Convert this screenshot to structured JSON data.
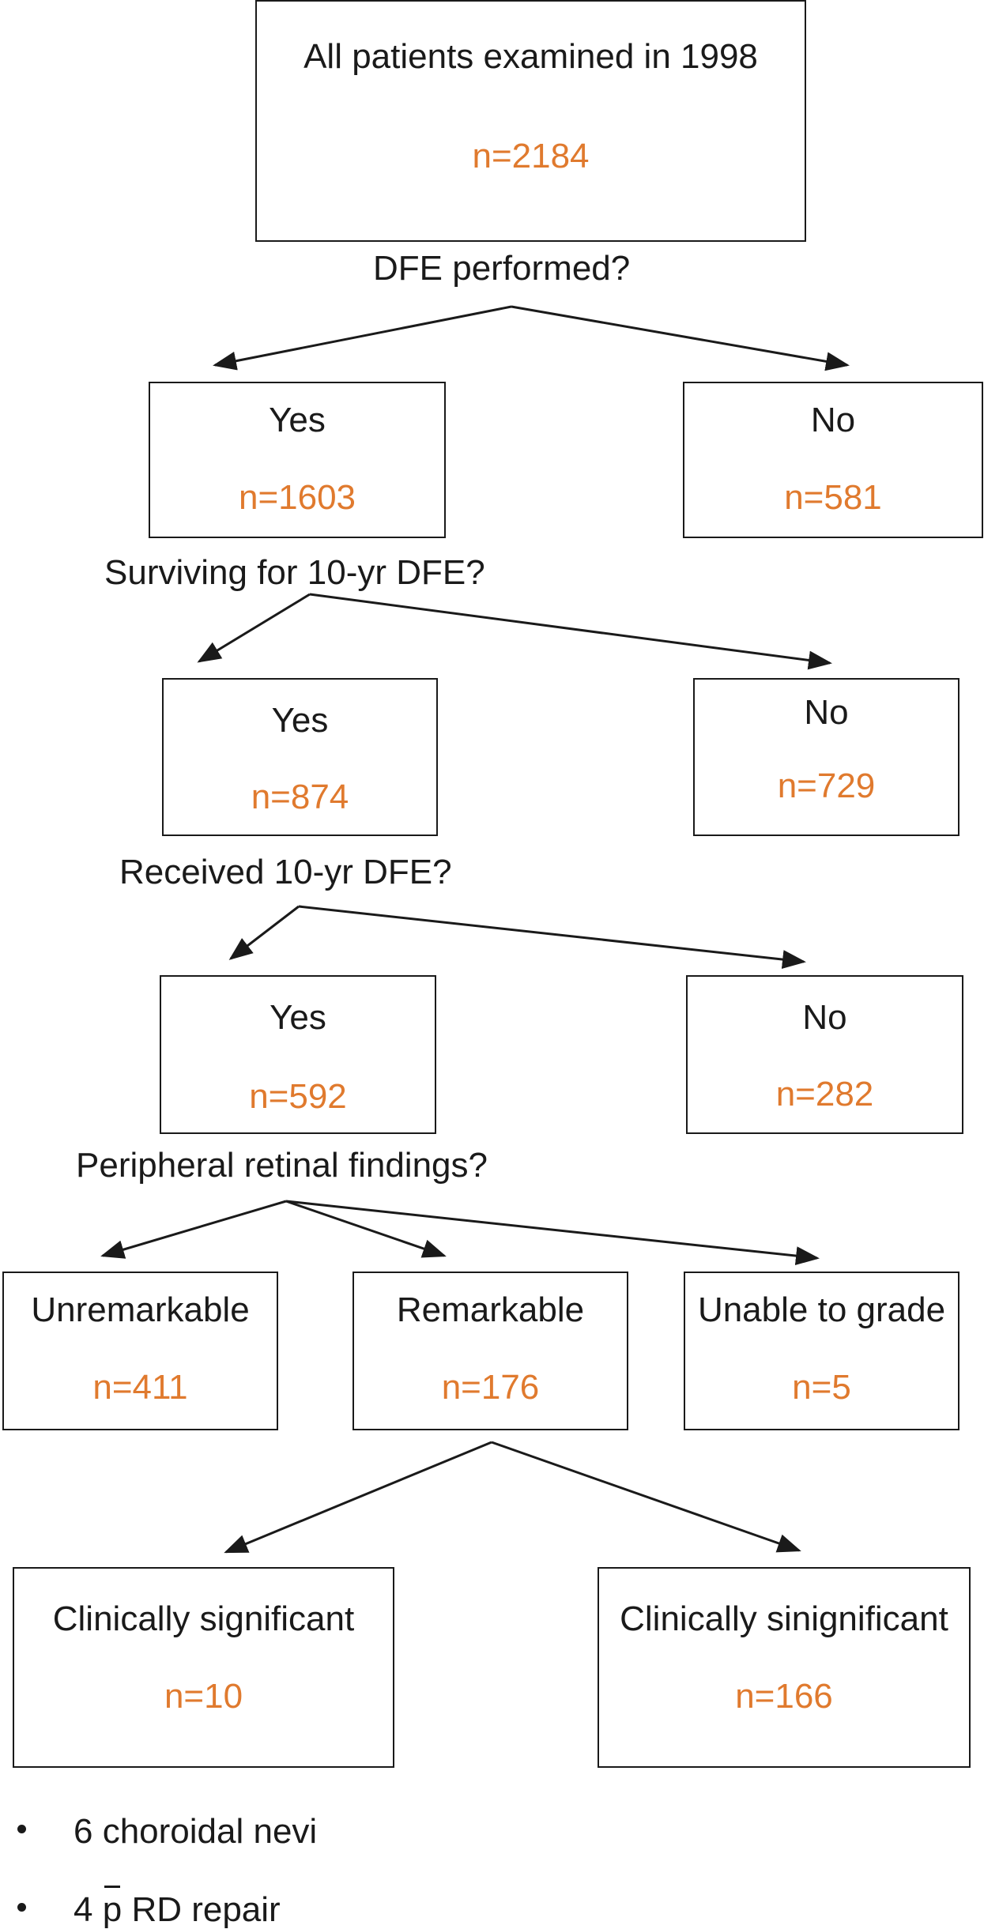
{
  "root": {
    "label": "All patients examined in 1998",
    "count": "n=2184"
  },
  "q1": "DFE performed?",
  "l1_yes": {
    "label": "Yes",
    "count": "n=1603"
  },
  "l1_no": {
    "label": "No",
    "count": "n=581"
  },
  "q2": "Surviving for 10-yr DFE?",
  "l2_yes": {
    "label": "Yes",
    "count": "n=874"
  },
  "l2_no": {
    "label": "No",
    "count": "n=729"
  },
  "q3": "Received 10-yr DFE?",
  "l3_yes": {
    "label": "Yes",
    "count": "n=592"
  },
  "l3_no": {
    "label": "No",
    "count": "n=282"
  },
  "q4": "Peripheral retinal findings?",
  "unremarkable": {
    "label": "Unremarkable",
    "count": "n=411"
  },
  "remarkable": {
    "label": "Remarkable",
    "count": "n=176"
  },
  "unable": {
    "label": "Unable to grade",
    "count": "n=5"
  },
  "sig": {
    "label": "Clinically significant",
    "count": "n=10"
  },
  "insig": {
    "label": "Clinically sinignificant",
    "count": "n=166"
  },
  "notes": {
    "item1": "6 choroidal nevi",
    "item2_num": "4",
    "item2_mark": "p",
    "item2_text": "RD repair"
  }
}
